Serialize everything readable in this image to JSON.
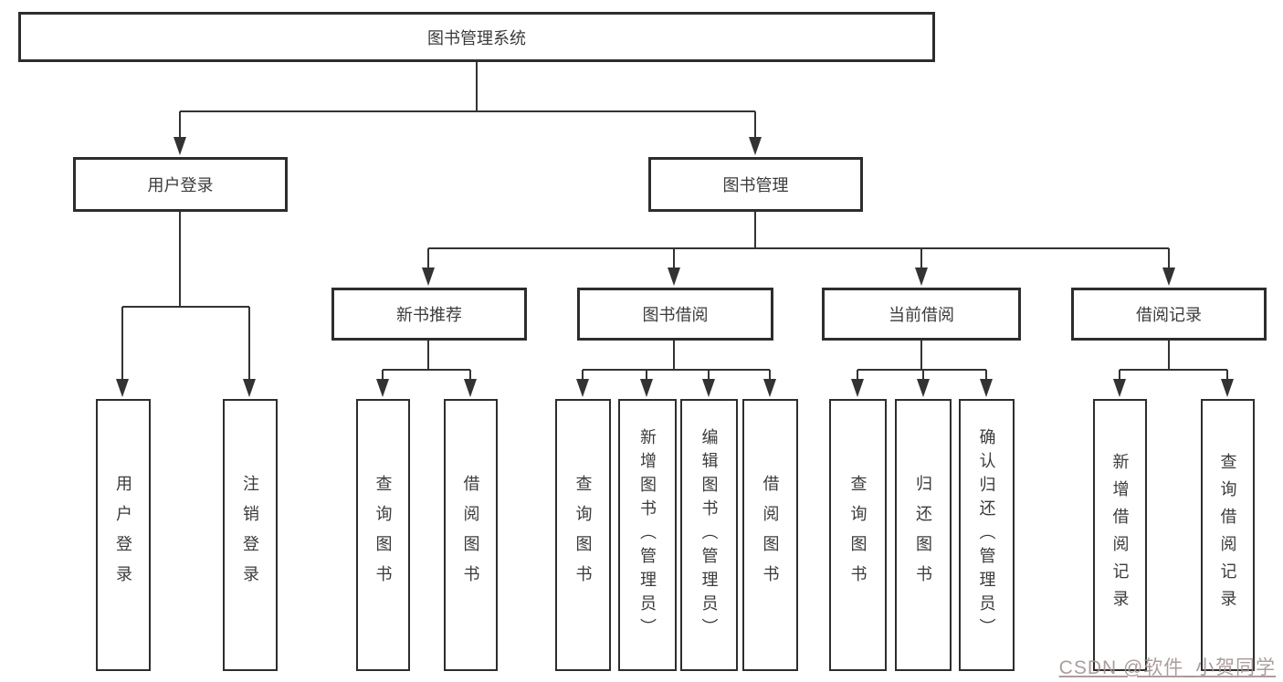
{
  "diagram": {
    "title": "图书管理系统",
    "branches": [
      {
        "label": "用户登录",
        "children": [
          "用户登录",
          "注销登录"
        ]
      },
      {
        "label": "图书管理",
        "groups": [
          {
            "label": "新书推荐",
            "children": [
              "查询图书",
              "借阅图书"
            ]
          },
          {
            "label": "图书借阅",
            "children": [
              "查询图书",
              "新增图书（管理员）",
              "编辑图书（管理员）",
              "借阅图书"
            ]
          },
          {
            "label": "当前借阅",
            "children": [
              "查询图书",
              "归还图书",
              "确认归还（管理员）"
            ]
          },
          {
            "label": "借阅记录",
            "children": [
              "新增借阅记录",
              "查询借阅记录"
            ]
          }
        ]
      }
    ]
  },
  "colors": {
    "connector": "#333333",
    "box_border": "#2d2d2d",
    "box_text": "#3b3b3b",
    "watermark_text": "#a39292"
  },
  "watermark": {
    "text": "CSDN @软件_小贺同学"
  }
}
